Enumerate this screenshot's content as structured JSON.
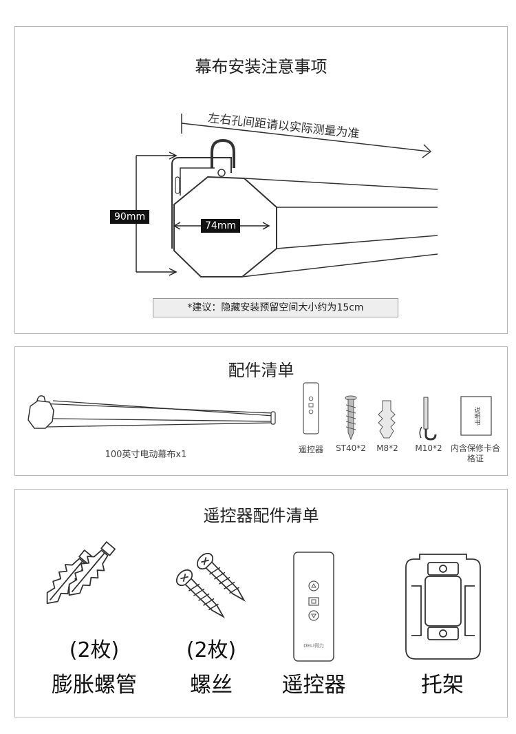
{
  "install": {
    "title": "幕布安装注意事项",
    "distance_note": "左右孔间距请以实际测量为准",
    "height_label": "90mm",
    "width_label": "74mm",
    "tip": "*建议：隐藏安装预留空间大小约为15cm"
  },
  "parts": {
    "title": "配件清单",
    "items": [
      {
        "label": "100英寸电动幕布x1"
      },
      {
        "label": "遥控器"
      },
      {
        "label": "ST40*2"
      },
      {
        "label": "M8*2"
      },
      {
        "label": "M10*2"
      },
      {
        "label": "内含保修卡合格证"
      }
    ],
    "card_text": "说明书"
  },
  "remote_parts": {
    "title": "遥控器配件清单",
    "items": [
      {
        "count": "(2枚)",
        "name": "膨胀螺管"
      },
      {
        "count": "(2枚)",
        "name": "螺丝"
      },
      {
        "count": "",
        "name": "遥控器"
      },
      {
        "count": "",
        "name": "托架"
      }
    ],
    "brand": "DELI得力"
  }
}
